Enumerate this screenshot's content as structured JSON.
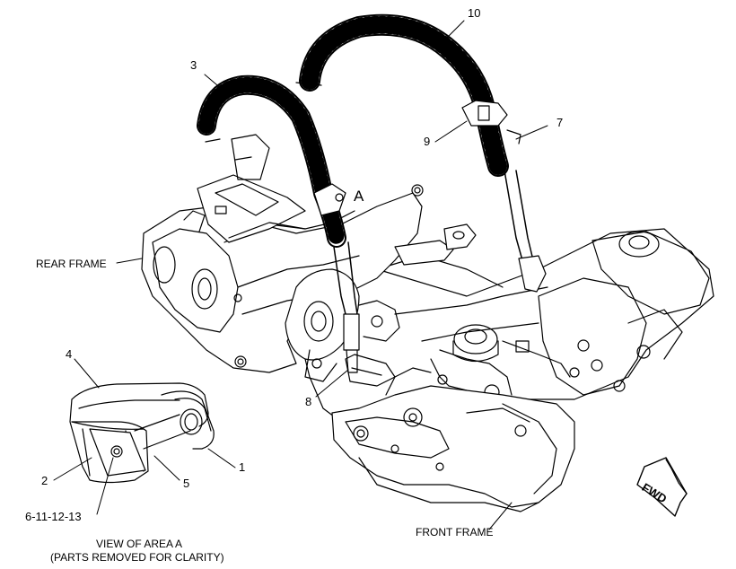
{
  "callouts": {
    "c10": "10",
    "c3": "3",
    "c7": "7",
    "c9": "9",
    "cA": "A",
    "c4": "4",
    "c8": "8",
    "c1": "1",
    "c2": "2",
    "c5": "5",
    "c6": "6-11-12-13"
  },
  "labels": {
    "rear_frame": "REAR FRAME",
    "front_frame": "FRONT FRAME",
    "view_title": "VIEW OF AREA  A",
    "view_sub": "(PARTS REMOVED FOR CLARITY)",
    "fwd": "FWD"
  },
  "colors": {
    "line": "#000000",
    "background": "#ffffff"
  }
}
